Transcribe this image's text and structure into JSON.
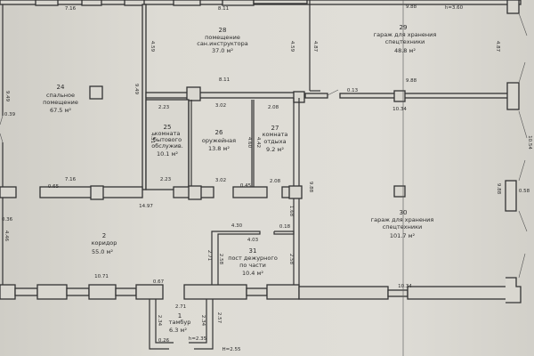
{
  "rooms": {
    "r24": {
      "number": "24",
      "line1": "спальное",
      "line2": "помещение",
      "area": "67.5 м²"
    },
    "r28": {
      "number": "28",
      "line1": "помещение",
      "line2": "сан.инструктора",
      "area": "37.0 м²"
    },
    "r29": {
      "number": "29",
      "line1": "гараж для хранения",
      "line2": "спецтехники",
      "area": "48.8 м²"
    },
    "r25": {
      "number": "25",
      "line1": "комната",
      "line2": "бытового",
      "line3": "обслужив.",
      "area": "10.1 м²"
    },
    "r26": {
      "number": "26",
      "line1": "оружейная",
      "area": "13.8 м²"
    },
    "r27": {
      "number": "27",
      "line1": "комната",
      "line2": "отдыха",
      "area": "9.2 м²"
    },
    "r2": {
      "number": "2",
      "line1": "коридор",
      "area": "55.0 м²"
    },
    "r31": {
      "number": "31",
      "line1": "пост дежурного",
      "line2": "по части",
      "area": "10.4 м²"
    },
    "r30": {
      "number": "30",
      "line1": "гараж для хранения",
      "line2": "спецтехники",
      "area": "101.7 м²"
    },
    "r1": {
      "number": "1",
      "line1": "тамбур",
      "area": "6.3 м²",
      "height": "h=2.35"
    }
  },
  "heights": {
    "top_right": "h=3.60",
    "entrance": "H=2.55"
  },
  "dims": {
    "d_716_top": "7.16",
    "d_811_top": "8.11",
    "d_988_top": "9.88",
    "d_459_a": "4.59",
    "d_459_b": "4.59",
    "d_487_a": "4.87",
    "d_487_b": "4.87",
    "d_949_left": "9.49",
    "d_949_mid": "9.49",
    "d_039": "0.39",
    "d_811_mid": "8.11",
    "d_988_mid": "9.88",
    "d_013": "0.13",
    "d_1034_mid": "10.34",
    "d_223_a": "2.23",
    "d_302_a": "3.02",
    "d_208_a": "2.08",
    "d_451": "4.51",
    "d_460": "4.60",
    "d_442": "4.42",
    "d_716_b": "7.16",
    "d_065": "0.65",
    "d_223_b": "2.23",
    "d_302_b": "3.02",
    "d_045": "0.45",
    "d_208_b": "2.08",
    "d_1497": "14.97",
    "d_036": "0.36",
    "d_446": "4.46",
    "d_430": "4.30",
    "d_403": "4.03",
    "d_018": "0.18",
    "d_168": "1.68",
    "d_988_right": "9.88",
    "d_058": "0.58",
    "d_1054": "10.54",
    "d_271_v": "2.71",
    "d_258_a": "2.58",
    "d_258_b": "2.58",
    "d_1071": "10.71",
    "d_067": "0.67",
    "d_1034_bot": "10.34",
    "d_271": "2.71",
    "d_234_a": "2.34",
    "d_234_b": "2.34",
    "d_257": "2.57",
    "d_026": "0.26"
  }
}
